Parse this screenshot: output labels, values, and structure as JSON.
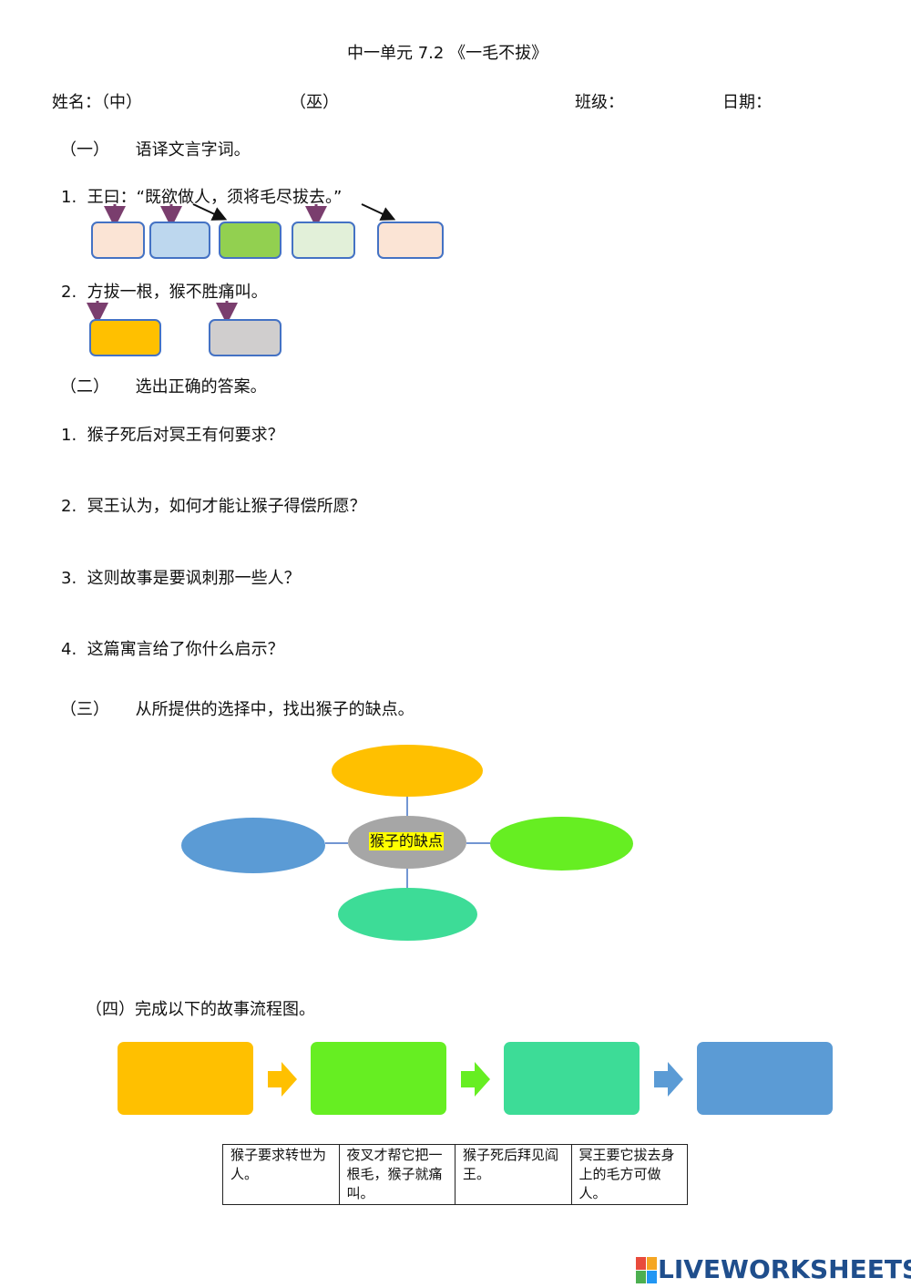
{
  "title": "中一单元 7.2 《一毛不拔》",
  "header": {
    "name_label": "姓名：（中）",
    "malay_label": "（巫）",
    "class_label": "班级：",
    "date_label": "日期："
  },
  "section1": {
    "heading": "（一）     语译文言字词。",
    "q1": "1.  王曰：“既欲做人，须将毛尽拔去。”",
    "q2": "2.  方拔一根，猴不胜痛叫。"
  },
  "section2": {
    "heading": "（二）     选出正确的答案。",
    "questions": [
      "1.  猴子死后对冥王有何要求？",
      "2.  冥王认为，如何才能让猴子得偿所愿？",
      "3.  这则故事是要讽刺那一些人？",
      "4.  这篇寓言给了你什么启示？"
    ]
  },
  "section3": {
    "heading": "（三）     从所提供的选择中，找出猴子的缺点。",
    "center_label": "猴子的缺点"
  },
  "section4": {
    "heading": "（四）完成以下的故事流程图。",
    "choices": [
      "猴子要求转世为人。",
      "夜叉才帮它把一根毛，猴子就痛叫。",
      "猴子死后拜见阎王。",
      "冥王要它拔去身上的毛方可做人。"
    ]
  },
  "footer": {
    "brand": "LIVEWORKSHEETS"
  },
  "colors": {
    "peach": "#fbe4d5",
    "lightblue": "#bdd7ee",
    "green": "#92d050",
    "palegreen": "#e2f0d9",
    "orange": "#ffc000",
    "gray": "#d0cece",
    "lime": "#66ee22",
    "teal": "#3ddc97",
    "blue": "#5b9bd5",
    "arrow_purple": "#7a3e6e",
    "border_blue": "#4472c4"
  }
}
